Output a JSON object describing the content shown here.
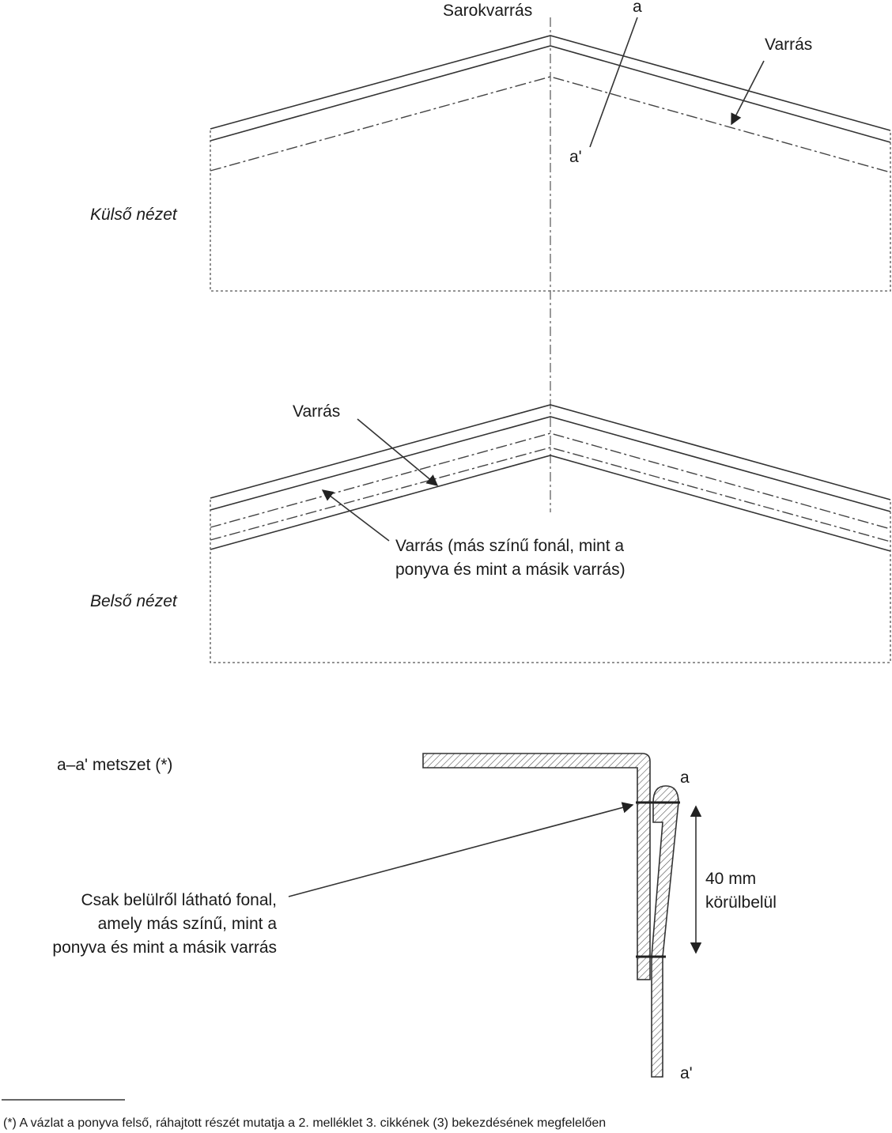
{
  "labels": {
    "corner_seam": "Sarokvarrás",
    "point_a_top": "a",
    "point_a_prime_top": "a'",
    "seam_top": "Varrás",
    "outside_view": "Külső nézet",
    "seam_inside": "Varrás",
    "seam_colored_line1": "Varrás (más színű fonál, mint a",
    "seam_colored_line2": "ponyva és mint a másik varrás)",
    "inside_view": "Belső nézet",
    "section_title": "a–a' metszet (*)",
    "section_point_a": "a",
    "section_point_a_prime": "a'",
    "dimension_line1": "40 mm",
    "dimension_line2": "körülbelül",
    "thread_note_line1": "Csak belülről látható fonal,",
    "thread_note_line2": "amely más színű, mint a",
    "thread_note_line3": "ponyva és mint a másik varrás",
    "footnote": "(*) A vázlat a ponyva felső, ráhajtott részét mutatja a 2. melléklet 3. cikkének (3) bekezdésének megfelelően"
  }
}
